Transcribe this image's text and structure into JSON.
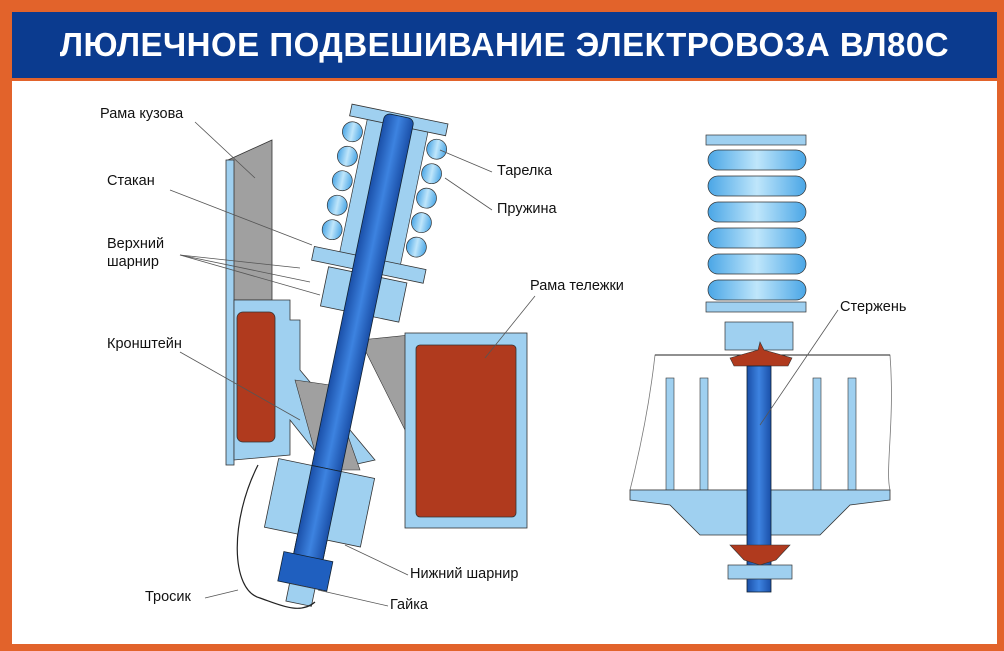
{
  "title": "ЛЮЛЕЧНОЕ ПОДВЕШИВАНИЕ ЭЛЕКТРОВОЗА ВЛ80С",
  "labels": {
    "body_frame": "Рама кузова",
    "cup": "Стакан",
    "upper_joint_1": "Верхний",
    "upper_joint_2": "шарнир",
    "bracket": "Кронштейн",
    "cable": "Тросик",
    "lower_joint": "Нижний шарнир",
    "nut": "Гайка",
    "plate": "Тарелка",
    "spring": "Пружина",
    "bogie_frame": "Рама тележки",
    "rod": "Стержень"
  },
  "colors": {
    "border": "#e2632b",
    "header": "#0b3b8f",
    "light_blue": "#9fd0f0",
    "dark_blue": "#1f5fbf",
    "red": "#b03a1e",
    "gray": "#9a9a9a"
  }
}
